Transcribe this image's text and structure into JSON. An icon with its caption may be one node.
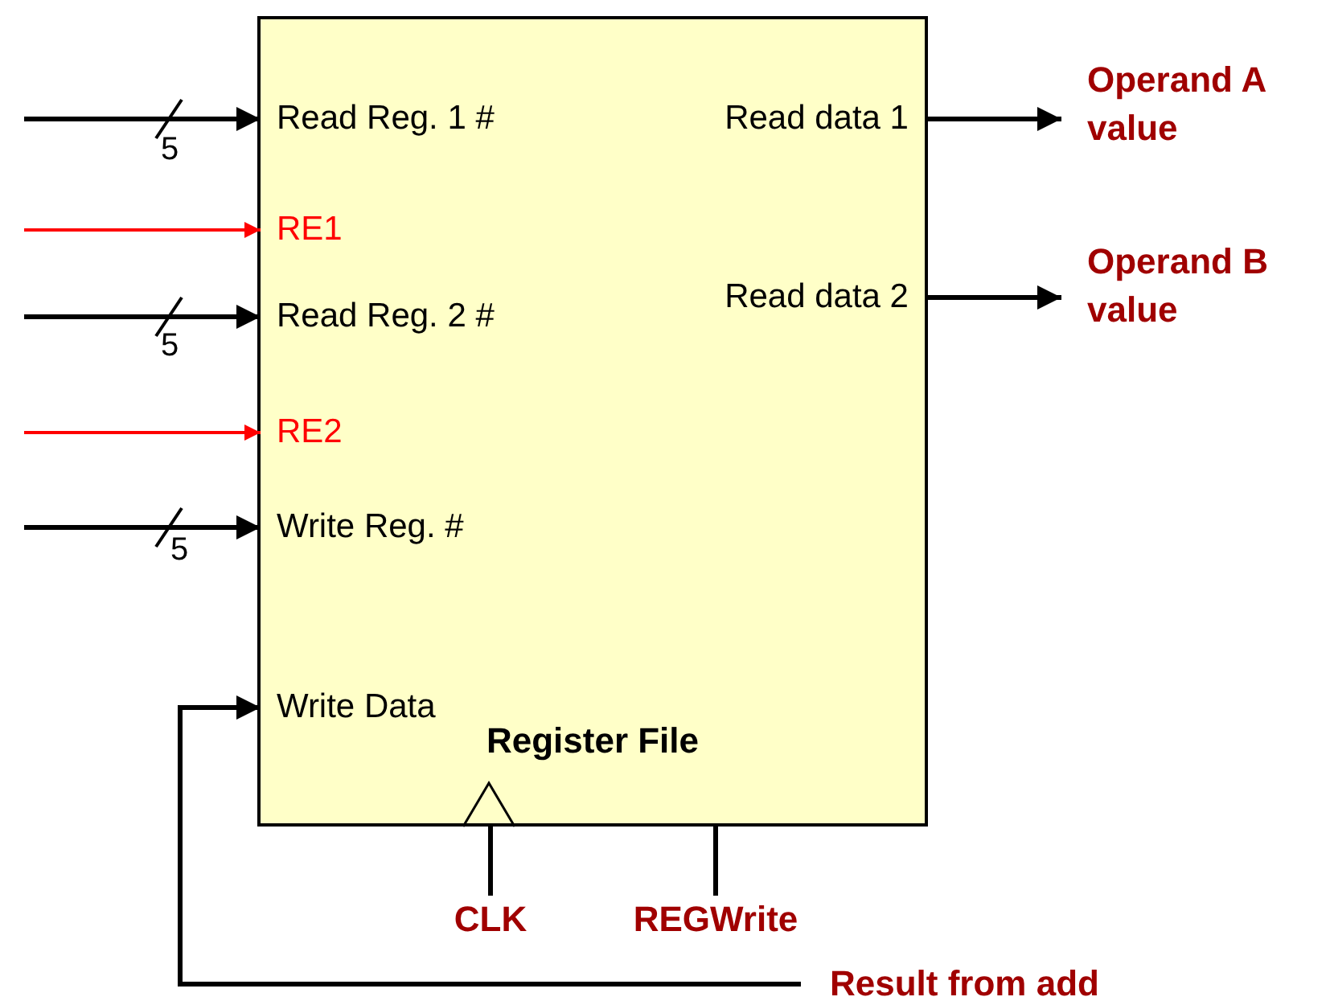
{
  "diagram": {
    "nodes": [
      {
        "text": [
          "Register File"
        ]
      },
      {
        "text": [
          "Read Reg. 1 #"
        ],
        "in": 0
      },
      {
        "text": [
          "RE1"
        ],
        "in": 0
      },
      {
        "text": [
          "Read Reg. 2 #"
        ],
        "in": 0
      },
      {
        "text": [
          "RE2"
        ],
        "in": 0
      },
      {
        "text": [
          "Write Reg. #"
        ],
        "in": 0
      },
      {
        "text": [
          "Write Data"
        ],
        "in": 0
      },
      {
        "text": [
          "Read data 1"
        ],
        "in": 0
      },
      {
        "text": [
          "Read data 2"
        ],
        "in": 0
      },
      {
        "text": [
          "Operand A value"
        ]
      },
      {
        "text": [
          "Operand B value"
        ]
      },
      {
        "text": [
          "CLK"
        ]
      },
      {
        "text": [
          "REGWrite"
        ]
      },
      {
        "text": [
          "Result from add"
        ]
      }
    ],
    "edges": [
      {
        "from": null,
        "to": 1,
        "arrow": "to"
      },
      {
        "from": null,
        "to": 2,
        "arrow": "to",
        "color": "#ff0000"
      },
      {
        "from": null,
        "to": 3,
        "arrow": "to"
      },
      {
        "from": null,
        "to": 4,
        "arrow": "to",
        "color": "#ff0000"
      },
      {
        "from": null,
        "to": 5,
        "arrow": "to"
      },
      {
        "from": 13,
        "to": 6,
        "arrow": "to"
      },
      {
        "from": 7,
        "to": 9,
        "arrow": "to"
      },
      {
        "from": 8,
        "to": 10,
        "arrow": "to"
      },
      {
        "from": 11,
        "to": 0,
        "arrow": "none"
      },
      {
        "from": 12,
        "to": 0,
        "arrow": "none"
      }
    ],
    "labels": [
      "5",
      "5",
      "5"
    ]
  }
}
